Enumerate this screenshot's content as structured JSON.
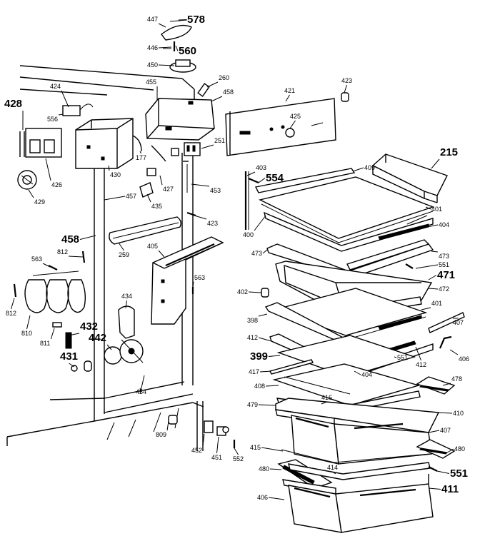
{
  "diagram": {
    "labels": [
      {
        "text": "447",
        "size": "s"
      },
      {
        "text": "578",
        "size": "l"
      },
      {
        "text": "446",
        "size": "s"
      },
      {
        "text": "560",
        "size": "l"
      },
      {
        "text": "450",
        "size": "s"
      },
      {
        "text": "260",
        "size": "s"
      },
      {
        "text": "424",
        "size": "s"
      },
      {
        "text": "455",
        "size": "s"
      },
      {
        "text": "458",
        "size": "s"
      },
      {
        "text": "421",
        "size": "s"
      },
      {
        "text": "423",
        "size": "s"
      },
      {
        "text": "428",
        "size": "l"
      },
      {
        "text": "556",
        "size": "s"
      },
      {
        "text": "425",
        "size": "s"
      },
      {
        "text": "251",
        "size": "s"
      },
      {
        "text": "177",
        "size": "s"
      },
      {
        "text": "215",
        "size": "l"
      },
      {
        "text": "403",
        "size": "s"
      },
      {
        "text": "554",
        "size": "l"
      },
      {
        "text": "409",
        "size": "s"
      },
      {
        "text": "426",
        "size": "s"
      },
      {
        "text": "430",
        "size": "s"
      },
      {
        "text": "427",
        "size": "s"
      },
      {
        "text": "453",
        "size": "s"
      },
      {
        "text": "429",
        "size": "s"
      },
      {
        "text": "457",
        "size": "s"
      },
      {
        "text": "435",
        "size": "s"
      },
      {
        "text": "401",
        "size": "s"
      },
      {
        "text": "423",
        "size": "s"
      },
      {
        "text": "400",
        "size": "s"
      },
      {
        "text": "404",
        "size": "s"
      },
      {
        "text": "458",
        "size": "l"
      },
      {
        "text": "812",
        "size": "s"
      },
      {
        "text": "259",
        "size": "s"
      },
      {
        "text": "405",
        "size": "s"
      },
      {
        "text": "473",
        "size": "s"
      },
      {
        "text": "473",
        "size": "s"
      },
      {
        "text": "563",
        "size": "s"
      },
      {
        "text": "551",
        "size": "s"
      },
      {
        "text": "471",
        "size": "l"
      },
      {
        "text": "563",
        "size": "s"
      },
      {
        "text": "402",
        "size": "s"
      },
      {
        "text": "472",
        "size": "s"
      },
      {
        "text": "434",
        "size": "s"
      },
      {
        "text": "401",
        "size": "s"
      },
      {
        "text": "812",
        "size": "s"
      },
      {
        "text": "398",
        "size": "s"
      },
      {
        "text": "407",
        "size": "s"
      },
      {
        "text": "810",
        "size": "s"
      },
      {
        "text": "432",
        "size": "l"
      },
      {
        "text": "442",
        "size": "l"
      },
      {
        "text": "412",
        "size": "s"
      },
      {
        "text": "811",
        "size": "s"
      },
      {
        "text": "406",
        "size": "s"
      },
      {
        "text": "431",
        "size": "l"
      },
      {
        "text": "399",
        "size": "l"
      },
      {
        "text": "551",
        "size": "s"
      },
      {
        "text": "412",
        "size": "s"
      },
      {
        "text": "417",
        "size": "s"
      },
      {
        "text": "404",
        "size": "s"
      },
      {
        "text": "478",
        "size": "s"
      },
      {
        "text": "408",
        "size": "s"
      },
      {
        "text": "454",
        "size": "s"
      },
      {
        "text": "416",
        "size": "s"
      },
      {
        "text": "479",
        "size": "s"
      },
      {
        "text": "410",
        "size": "s"
      },
      {
        "text": "809",
        "size": "s"
      },
      {
        "text": "407",
        "size": "s"
      },
      {
        "text": "415",
        "size": "s"
      },
      {
        "text": "452",
        "size": "s"
      },
      {
        "text": "451",
        "size": "s"
      },
      {
        "text": "552",
        "size": "s"
      },
      {
        "text": "480",
        "size": "s"
      },
      {
        "text": "480",
        "size": "s"
      },
      {
        "text": "414",
        "size": "s"
      },
      {
        "text": "551",
        "size": "l"
      },
      {
        "text": "411",
        "size": "l"
      },
      {
        "text": "406",
        "size": "s"
      }
    ]
  }
}
